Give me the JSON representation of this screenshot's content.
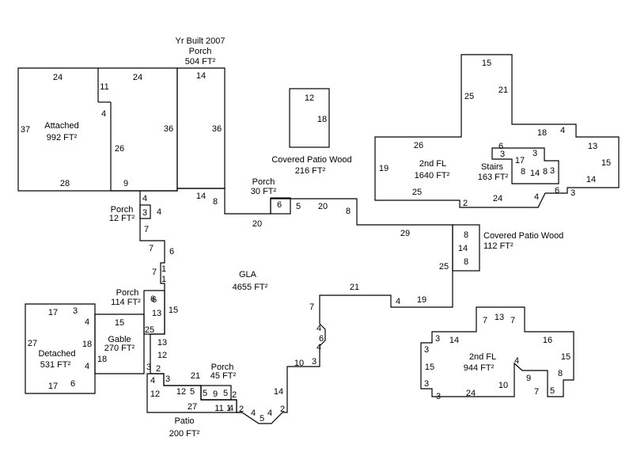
{
  "header": {
    "year_built": "Yr Built 2007"
  },
  "areas": [
    {
      "id": "attached",
      "label": "Attached",
      "size": "992 FT²",
      "dims": [
        "24",
        "11",
        "24",
        "37",
        "4",
        "26",
        "28",
        "9"
      ]
    },
    {
      "id": "porch-504",
      "label": "Porch",
      "size": "504 FT²",
      "dims": [
        "14",
        "36",
        "36",
        "14"
      ]
    },
    {
      "id": "covered-patio-216",
      "label": "Covered Patio Wood",
      "size": "216 FT²",
      "dims": [
        "12",
        "18"
      ]
    },
    {
      "id": "porch-30",
      "label": "Porch",
      "size": "30 FT²",
      "dims": [
        "6",
        "5"
      ]
    },
    {
      "id": "porch-12",
      "label": "Porch",
      "size": "12 FT²",
      "dims": [
        "4",
        "3",
        "4"
      ]
    },
    {
      "id": "gla",
      "label": "GLA",
      "size": "4655 FT²",
      "dims": [
        "8",
        "20",
        "20",
        "8",
        "29",
        "25",
        "19",
        "4",
        "21",
        "7",
        "4",
        "6",
        "4",
        "3",
        "10",
        "14",
        "2",
        "4",
        "5",
        "4",
        "2",
        "4",
        "2",
        "27",
        "12",
        "2",
        "3",
        "3",
        "12",
        "13",
        "25",
        "15",
        "6",
        "7",
        "1",
        "1",
        "7",
        "6",
        "7"
      ]
    },
    {
      "id": "second-floor-1640",
      "label": "2nd FL",
      "size": "1640 FT²",
      "dims": [
        "15",
        "25",
        "21",
        "18",
        "4",
        "13",
        "15",
        "14",
        "3",
        "6",
        "4",
        "24",
        "2",
        "25",
        "19",
        "26"
      ]
    },
    {
      "id": "stairs",
      "label": "Stairs",
      "size": "163 FT²",
      "dims": [
        "6",
        "3",
        "3",
        "17",
        "8",
        "14",
        "8",
        "3"
      ]
    },
    {
      "id": "covered-patio-112",
      "label": "Covered Patio Wood",
      "size": "112 FT²",
      "dims": [
        "8",
        "14",
        "8"
      ]
    },
    {
      "id": "porch-114",
      "label": "Porch",
      "size": "114 FT²",
      "dims": [
        "6",
        "13"
      ]
    },
    {
      "id": "detached",
      "label": "Detached",
      "size": "531 FT²",
      "dims": [
        "17",
        "3",
        "4",
        "27",
        "17",
        "6",
        "4"
      ]
    },
    {
      "id": "gable",
      "label": "Gable",
      "size": "270 FT²",
      "dims": [
        "15",
        "18",
        "18"
      ]
    },
    {
      "id": "porch-45",
      "label": "Porch",
      "size": "45 FT²",
      "dims": [
        "21",
        "5",
        "9",
        "5",
        "11",
        "1",
        "5"
      ]
    },
    {
      "id": "patio",
      "label": "Patio",
      "size": "200 FT²",
      "dims": [
        "12",
        "4"
      ]
    },
    {
      "id": "second-floor-944",
      "label": "2nd FL",
      "size": "944 FT²",
      "dims": [
        "7",
        "13",
        "7",
        "16",
        "15",
        "8",
        "5",
        "7",
        "9",
        "4",
        "10",
        "24",
        "3",
        "3",
        "15",
        "3",
        "3",
        "14"
      ]
    }
  ]
}
